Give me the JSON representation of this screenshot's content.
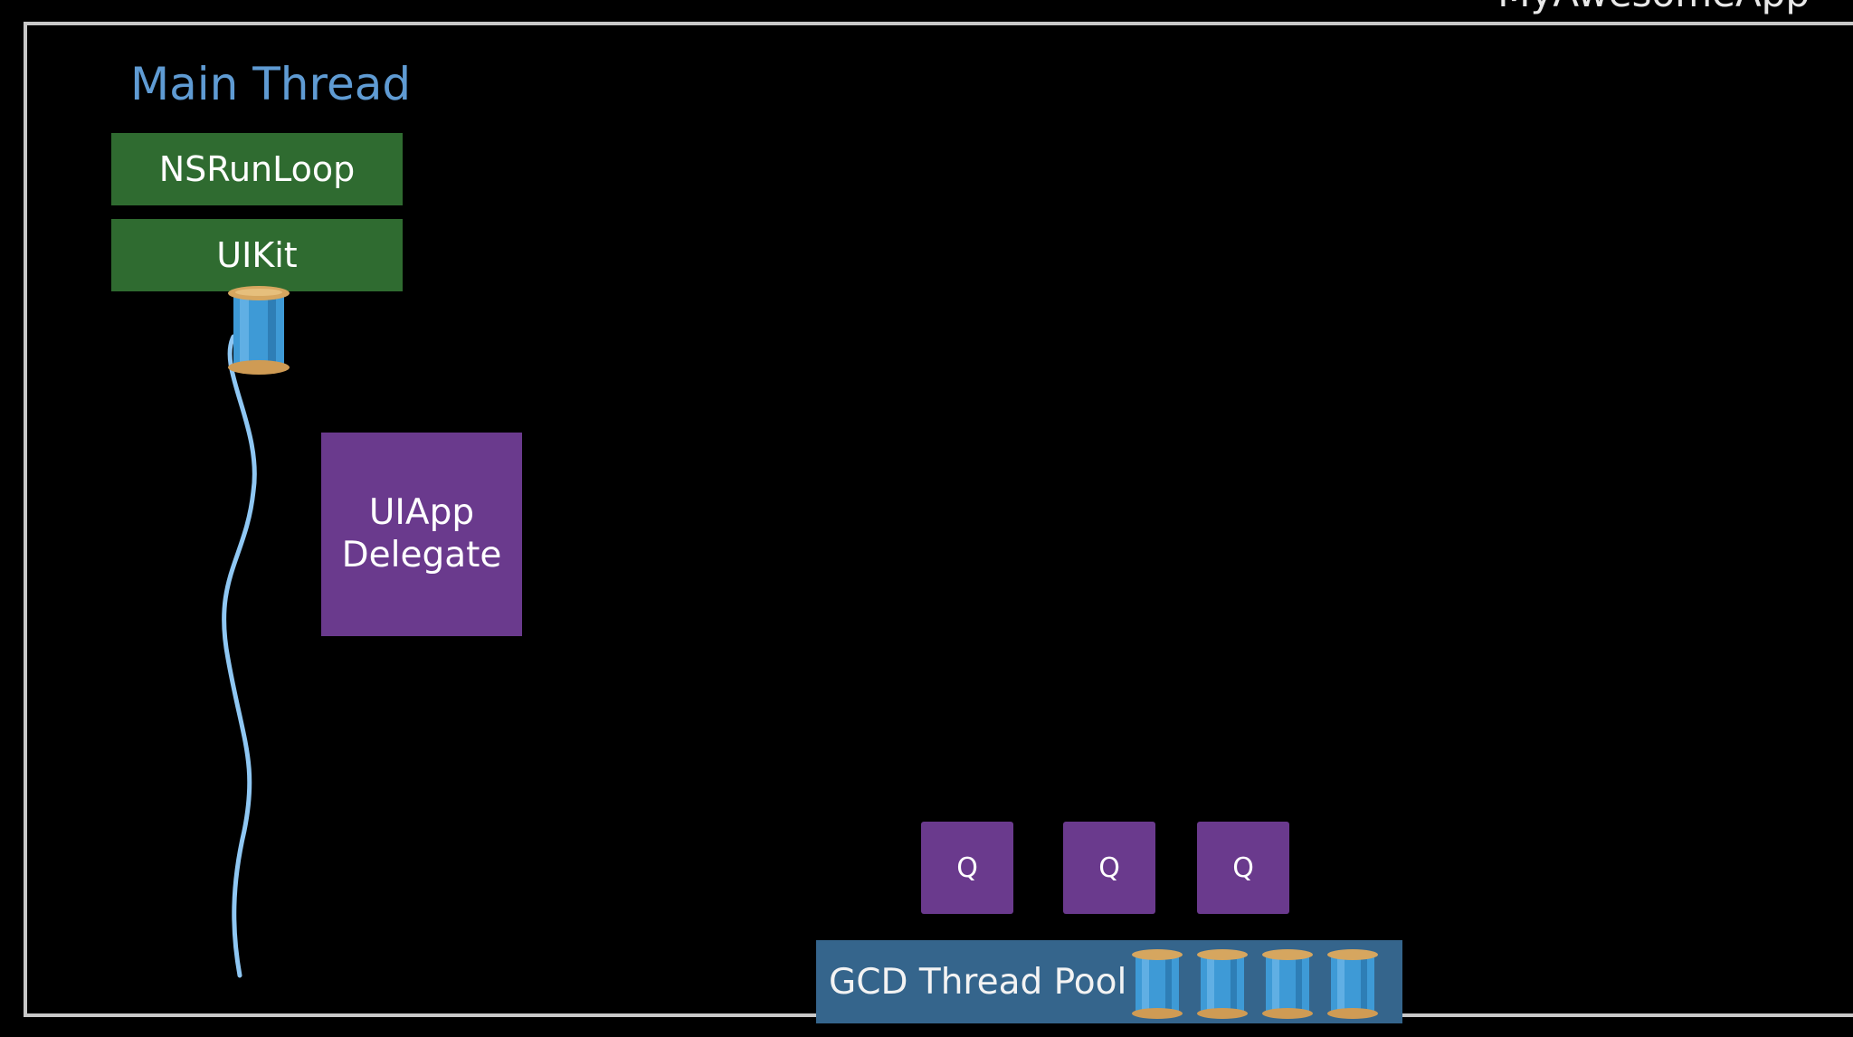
{
  "header": {
    "app_title": "MyAwesomeApp"
  },
  "main_thread": {
    "title": "Main Thread",
    "stack": [
      "NSRunLoop",
      "UIKit"
    ],
    "delegate_label_line1": "UIApp",
    "delegate_label_line2": "Delegate"
  },
  "queues": {
    "labels": [
      "Q",
      "Q",
      "Q"
    ]
  },
  "gcd_pool": {
    "label": "GCD Thread Pool",
    "spool_count": 4
  },
  "colors": {
    "green": "#2f6b30",
    "purple": "#6a3a8d",
    "blue_text": "#5f9bd3",
    "pool_blue": "#35658c",
    "spool_blue": "#3e9ad6"
  },
  "icons": [
    "spool-icon",
    "thread-line-icon"
  ]
}
